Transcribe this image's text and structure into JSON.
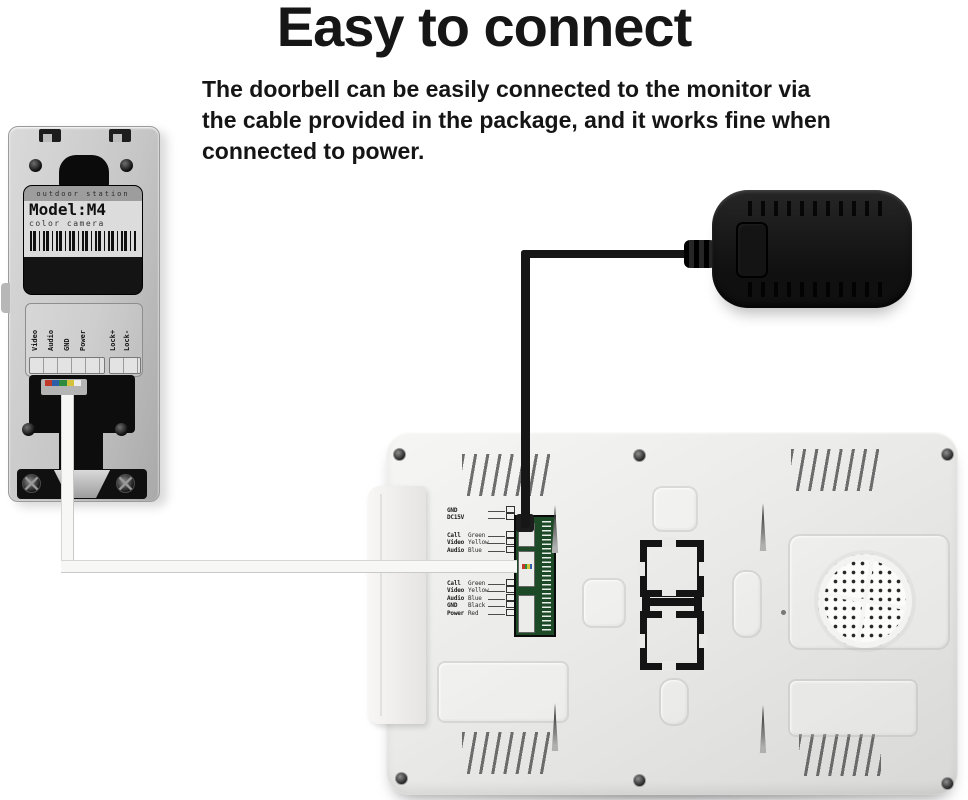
{
  "title": "Easy to connect",
  "description": "The doorbell can be easily connected to the monitor via the cable provided in the package, and it works fine when connected to power.",
  "doorbell": {
    "label_top": "outdoor station",
    "model": "Model:M4",
    "label_sub": "color camera",
    "terminals": [
      "Video",
      "Audio",
      "GND",
      "Power"
    ],
    "lock_terminals": [
      "Lock+",
      "Lock-"
    ]
  },
  "monitor": {
    "terminal_rows": [
      {
        "name": "GND",
        "wire": ""
      },
      {
        "name": "DC15V",
        "wire": ""
      },
      {
        "name": "Call",
        "wire": "Green"
      },
      {
        "name": "Video",
        "wire": "Yellow"
      },
      {
        "name": "Audio",
        "wire": "Blue"
      },
      {
        "name": "Power",
        "wire": "Red"
      },
      {
        "name": "Call",
        "wire": "Green"
      },
      {
        "name": "Video",
        "wire": "Yellow"
      },
      {
        "name": "Audio",
        "wire": "Blue"
      },
      {
        "name": "GND",
        "wire": "Black"
      },
      {
        "name": "Power",
        "wire": "Red"
      }
    ]
  },
  "colors": {
    "text": "#151515",
    "device_gray": "#c6c6c6",
    "monitor_gray": "#eaeae8",
    "adapter_black": "#161616",
    "pcb_green": "#1d4a26"
  }
}
